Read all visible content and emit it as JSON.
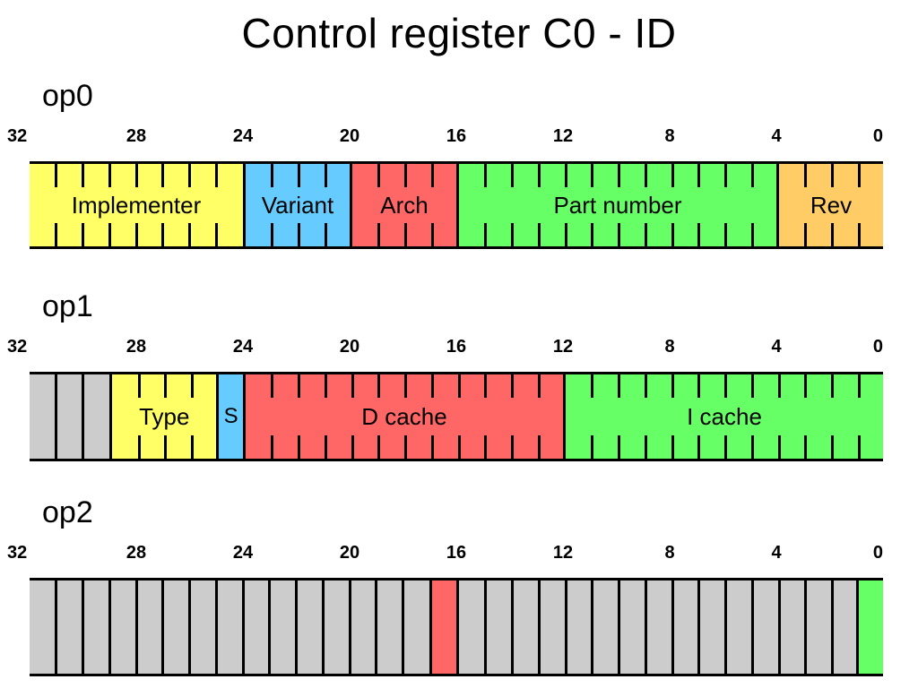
{
  "title": "Control register C0 - ID",
  "palette": {
    "yellow": "#FFFF66",
    "blue": "#66CCFF",
    "red": "#FF6666",
    "green": "#66FF66",
    "orange": "#FFCC66",
    "gray": "#CCCCCC",
    "outline": "#000000",
    "background": "#FFFFFF"
  },
  "bit_width": 32,
  "ruler_ticks": [
    "32",
    "28",
    "24",
    "20",
    "16",
    "12",
    "8",
    "4",
    "0"
  ],
  "registers": [
    {
      "name": "op0",
      "label": "op0",
      "separator_style": "tick",
      "fields": [
        {
          "label": "Implementer",
          "msb": 31,
          "lsb": 24,
          "color": "#FFFF66",
          "separator_style": "tick"
        },
        {
          "label": "Variant",
          "msb": 23,
          "lsb": 20,
          "color": "#66CCFF",
          "separator_style": "tick"
        },
        {
          "label": "Arch",
          "msb": 19,
          "lsb": 16,
          "color": "#FF6666",
          "separator_style": "tick"
        },
        {
          "label": "Part number",
          "msb": 15,
          "lsb": 4,
          "color": "#66FF66",
          "separator_style": "tick"
        },
        {
          "label": "Rev",
          "msb": 3,
          "lsb": 0,
          "color": "#FFCC66",
          "separator_style": "tick"
        }
      ]
    },
    {
      "name": "op1",
      "label": "op1",
      "separator_style": "mixed",
      "fields": [
        {
          "label": "",
          "msb": 31,
          "lsb": 29,
          "color": "#CCCCCC",
          "separator_style": "full"
        },
        {
          "label": "Type",
          "msb": 28,
          "lsb": 25,
          "color": "#FFFF66",
          "separator_style": "tick"
        },
        {
          "label": "S",
          "msb": 24,
          "lsb": 24,
          "color": "#66CCFF",
          "separator_style": "tick"
        },
        {
          "label": "D cache",
          "msb": 23,
          "lsb": 12,
          "color": "#FF6666",
          "separator_style": "tick"
        },
        {
          "label": "I cache",
          "msb": 11,
          "lsb": 0,
          "color": "#66FF66",
          "separator_style": "tick"
        }
      ]
    },
    {
      "name": "op2",
      "label": "op2",
      "separator_style": "full",
      "fields": [
        {
          "label": "",
          "msb": 31,
          "lsb": 17,
          "color": "#CCCCCC",
          "separator_style": "full"
        },
        {
          "label": "",
          "msb": 16,
          "lsb": 16,
          "color": "#FF6666",
          "separator_style": "full"
        },
        {
          "label": "",
          "msb": 15,
          "lsb": 1,
          "color": "#CCCCCC",
          "separator_style": "full"
        },
        {
          "label": "",
          "msb": 0,
          "lsb": 0,
          "color": "#66FF66",
          "separator_style": "full"
        }
      ]
    }
  ]
}
